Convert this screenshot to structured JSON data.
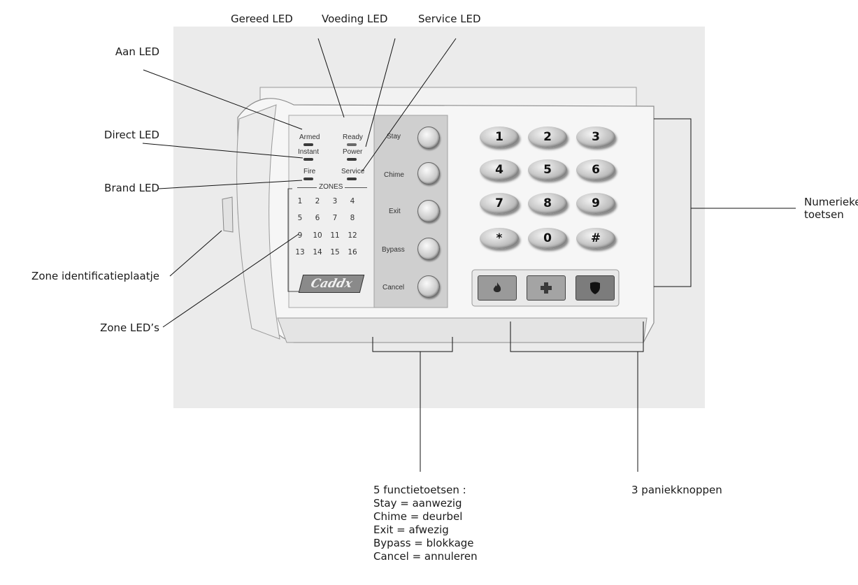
{
  "callouts": {
    "aan_led": "Aan LED",
    "gereed_led": "Gereed LED",
    "voeding_led": "Voeding LED",
    "service_led": "Service LED",
    "direct_led": "Direct LED",
    "brand_led": "Brand LED",
    "zone_plate": "Zone identificatieplaatje",
    "zone_leds": "Zone LED’s",
    "numeric_keys": [
      "Numerieke",
      "toetsen"
    ],
    "function_keys": [
      "5 functietoetsen :",
      "Stay = aanwezig",
      "Chime = deurbel",
      "Exit = afwezig",
      "Bypass = blokkage",
      "Cancel = annuleren"
    ],
    "panic_buttons": "3 paniekknoppen"
  },
  "device": {
    "led_labels": {
      "armed": "Armed",
      "ready": "Ready",
      "instant": "Instant",
      "power": "Power",
      "fire": "Fire",
      "service": "Service"
    },
    "zones_title": "ZONES",
    "zones": [
      "1",
      "2",
      "3",
      "4",
      "5",
      "6",
      "7",
      "8",
      "9",
      "10",
      "11",
      "12",
      "13",
      "14",
      "15",
      "16"
    ],
    "logo": "Caddx",
    "function_buttons": [
      "Stay",
      "Chime",
      "Exit",
      "Bypass",
      "Cancel"
    ],
    "keys": [
      "1",
      "2",
      "3",
      "4",
      "5",
      "6",
      "7",
      "8",
      "9",
      "*",
      "0",
      "#"
    ],
    "panic_icons": [
      "fire-icon",
      "medical-cross-icon",
      "police-shield-icon"
    ]
  }
}
